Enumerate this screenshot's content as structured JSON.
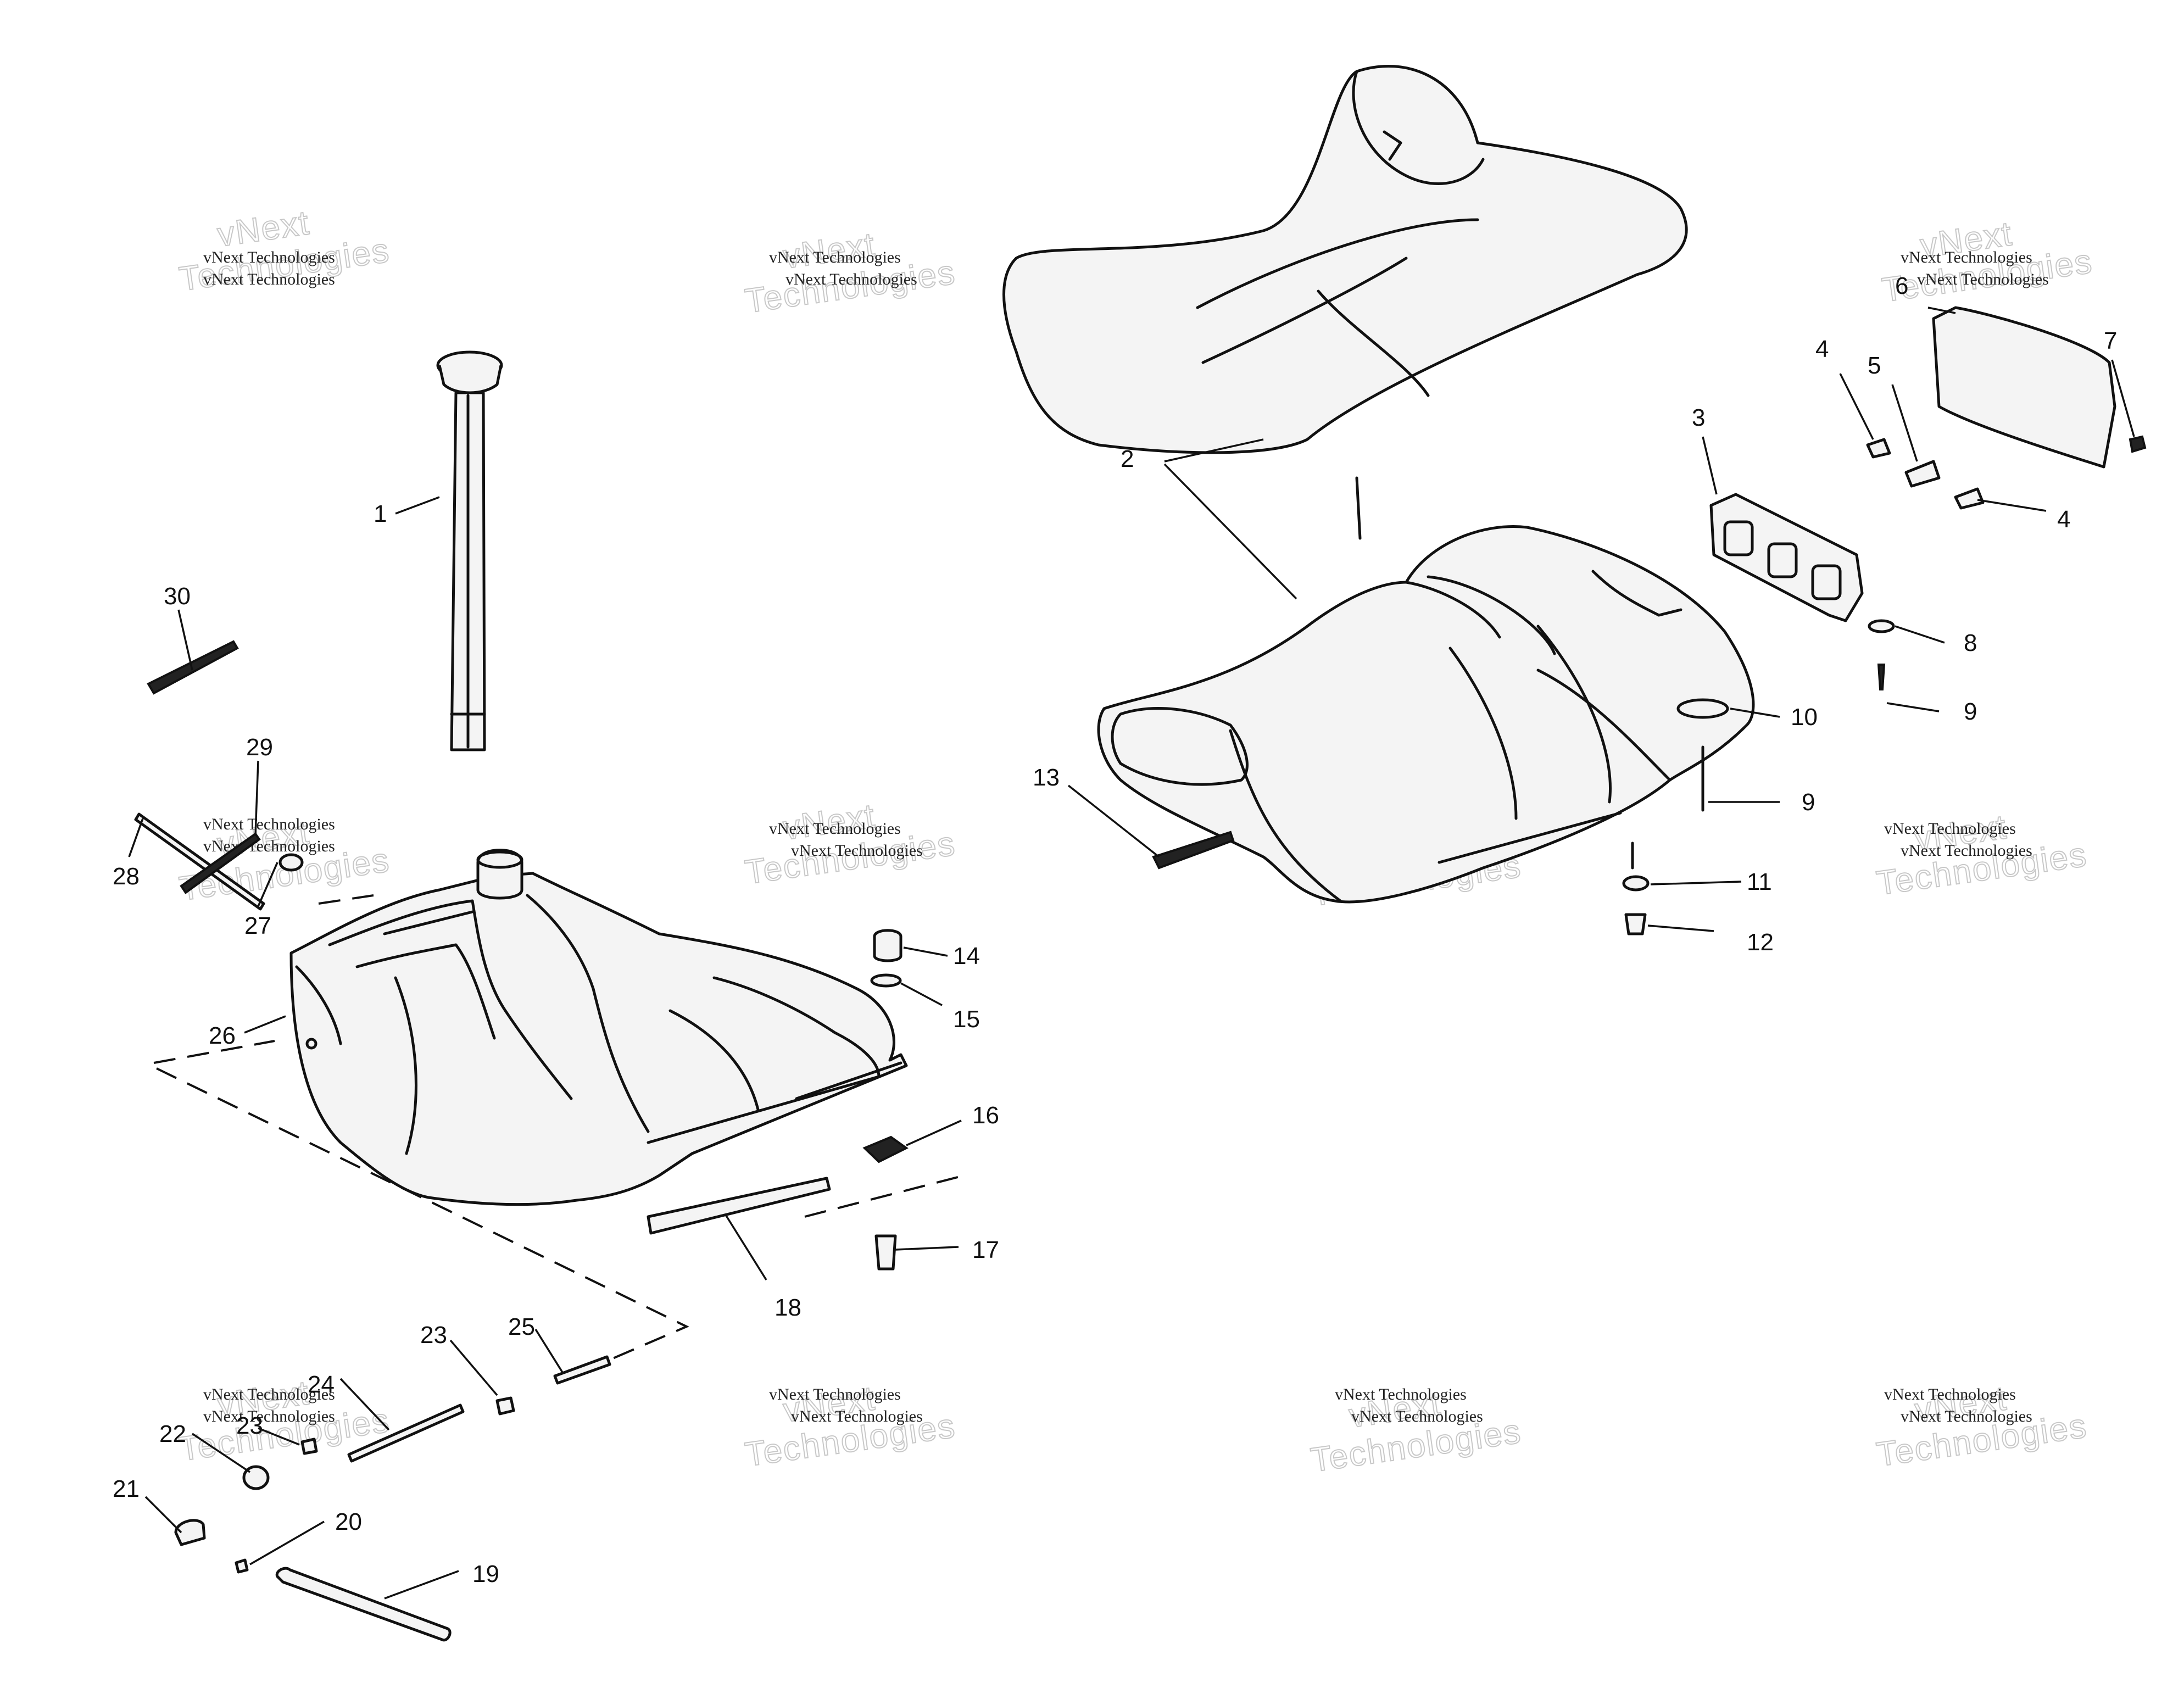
{
  "watermark": {
    "small": "vNext Technologies",
    "big_line1": "vNext",
    "big_line2": "Technologies"
  },
  "callouts": {
    "c1": "1",
    "c2": "2",
    "c3": "3",
    "c4a": "4",
    "c4b": "4",
    "c5": "5",
    "c6": "6",
    "c7": "7",
    "c8": "8",
    "c9a": "9",
    "c9b": "9",
    "c10": "10",
    "c11": "11",
    "c12": "12",
    "c13": "13",
    "c14": "14",
    "c15": "15",
    "c16": "16",
    "c17": "17",
    "c18": "18",
    "c19": "19",
    "c20": "20",
    "c21": "21",
    "c22": "22",
    "c23a": "23",
    "c23b": "23",
    "c24": "24",
    "c25": "25",
    "c26": "26",
    "c27": "27",
    "c28": "28",
    "c29": "29",
    "c30": "30"
  }
}
